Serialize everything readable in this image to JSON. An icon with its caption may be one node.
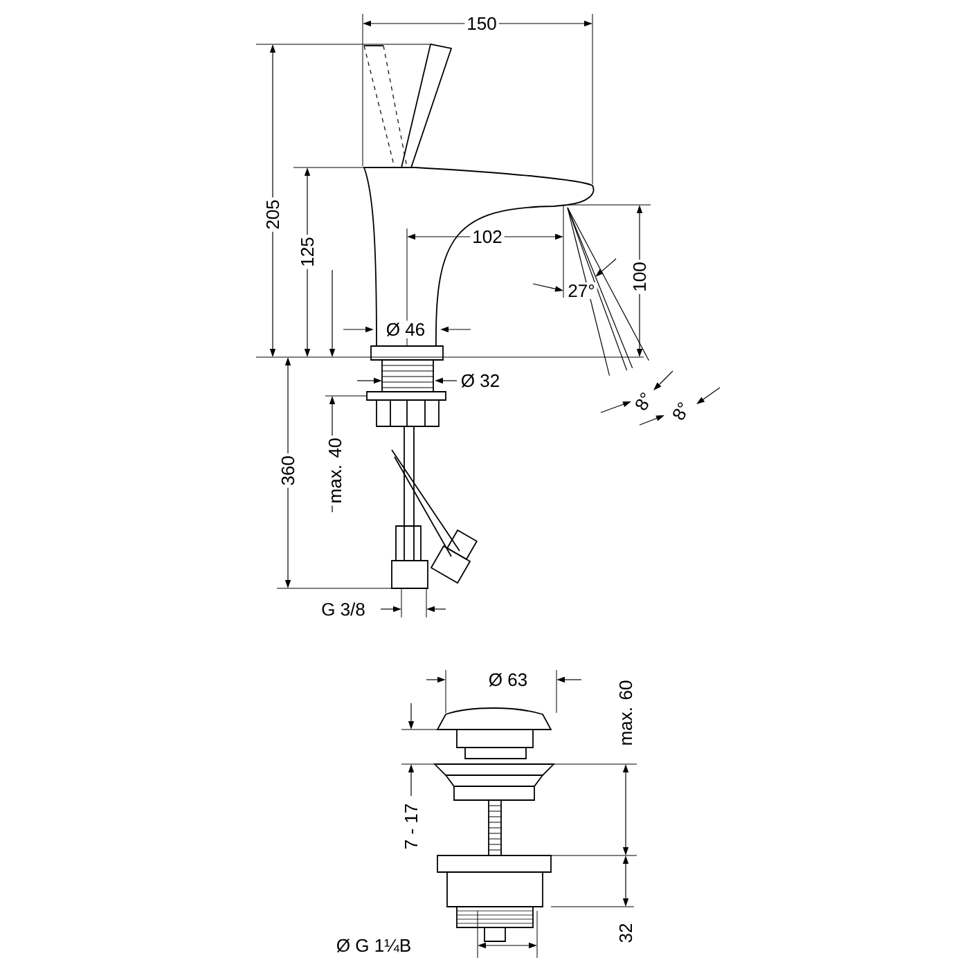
{
  "diagram": {
    "labels": [
      "150",
      "205",
      "125",
      "102",
      "27°",
      "100",
      "Ø 46",
      "Ø 32",
      "8°",
      "8°",
      "360",
      "max. 40",
      "G 3/8",
      "Ø 63",
      "max. 60",
      "7 - 17",
      "32",
      "Ø G 1¼B"
    ]
  }
}
